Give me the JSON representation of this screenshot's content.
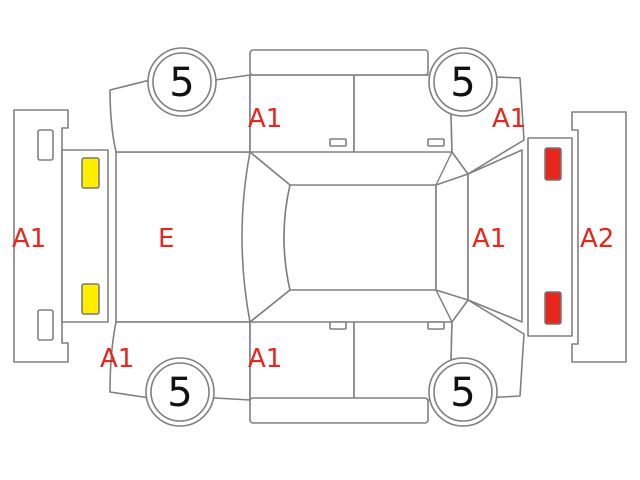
{
  "colors": {
    "outline": "#808080",
    "damage_label": "#e8261e",
    "front_lamp": "#ffee00",
    "rear_lamp": "#e8261e"
  },
  "tires": {
    "front_left": "5",
    "rear_left": "5",
    "front_right": "5",
    "rear_right": "5"
  },
  "marks": {
    "front_bumper": "A1",
    "hood": "E",
    "left_front_door": "A1",
    "left_rear_quarter": "A1",
    "roof_rear_glass": "A1",
    "rear_bumper": "A2",
    "right_front_fender": "A1",
    "right_front_door": "A1"
  },
  "lamps": {
    "front": "yellow",
    "rear": "red"
  }
}
